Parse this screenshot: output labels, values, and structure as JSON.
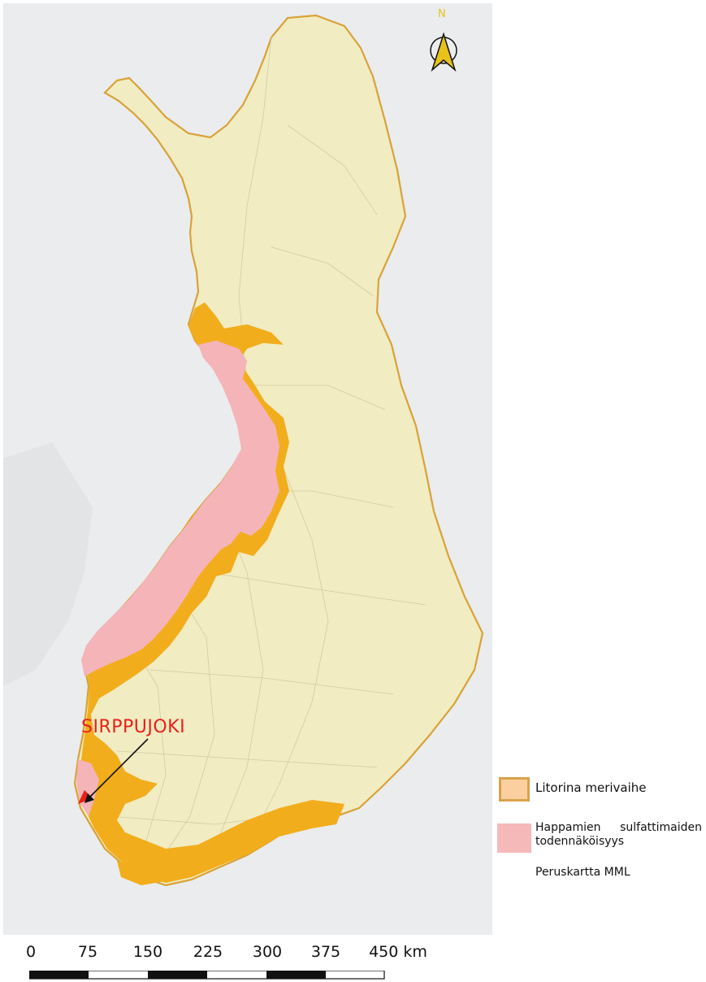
{
  "map": {
    "site_label": "SIRPPUJOKI",
    "north_label": "N",
    "colors": {
      "background": "#eaecee",
      "country_fill": "#f1ecc2",
      "country_outline": "#d9a238",
      "litorina_fill": "#f2ad1c",
      "acid_sulfate_fill": "#f4b4b8",
      "site_marker": "#e8201a",
      "arrow": "#111111"
    }
  },
  "legend": {
    "items": [
      {
        "label": "Litorina merivaihe",
        "swatch_fill": "#fbcf9f",
        "swatch_border": "#d9a24a"
      },
      {
        "label": "Happamien sulfattimaiden todennäköisyys",
        "swatch_fill": "#f6b9b9",
        "swatch_border": "#f6b9b9"
      }
    ],
    "basemap_credit": "Peruskartta MML"
  },
  "scale_bar": {
    "unit": "km",
    "labels": [
      "0",
      "75",
      "150",
      "225",
      "300",
      "375",
      "450 km"
    ]
  },
  "icons": {
    "north_arrow": "north-arrow-icon"
  }
}
